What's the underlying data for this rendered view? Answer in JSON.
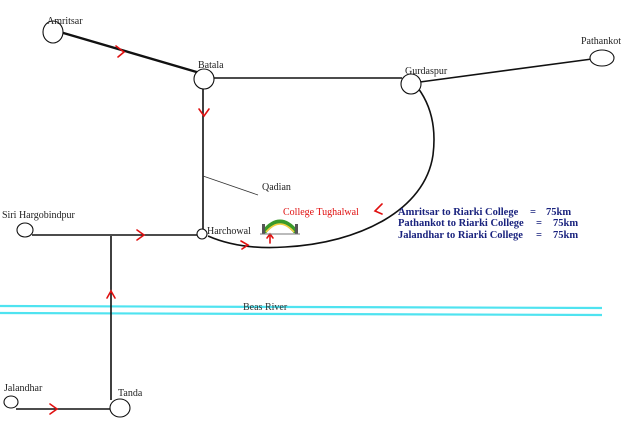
{
  "places": {
    "amritsar": "Amritsar",
    "batala": "Batala",
    "gurdaspur": "Gurdaspur",
    "pathankot": "Pathankot",
    "qadian": "Qadian",
    "siri_hargobindpur": "Siri Hargobindpur",
    "harchowal": "Harchowal",
    "jalandhar": "Jalandhar",
    "tanda": "Tanda"
  },
  "college": {
    "label": "College Tughalwal"
  },
  "river": {
    "label": "Beas River"
  },
  "distances": [
    {
      "label": "Amritsar to Riarki College",
      "sep": "=",
      "value": "75km"
    },
    {
      "label": "Pathankot to Riarki College",
      "sep": "=",
      "value": "75km"
    },
    {
      "label": "Jalandhar to Riarki College",
      "sep": "=",
      "value": "75km"
    }
  ],
  "colors": {
    "road": "#111111",
    "arrow": "#e01010",
    "river": "#4fe3f0",
    "distance_text": "#1a237e",
    "college_text": "#e01010"
  }
}
